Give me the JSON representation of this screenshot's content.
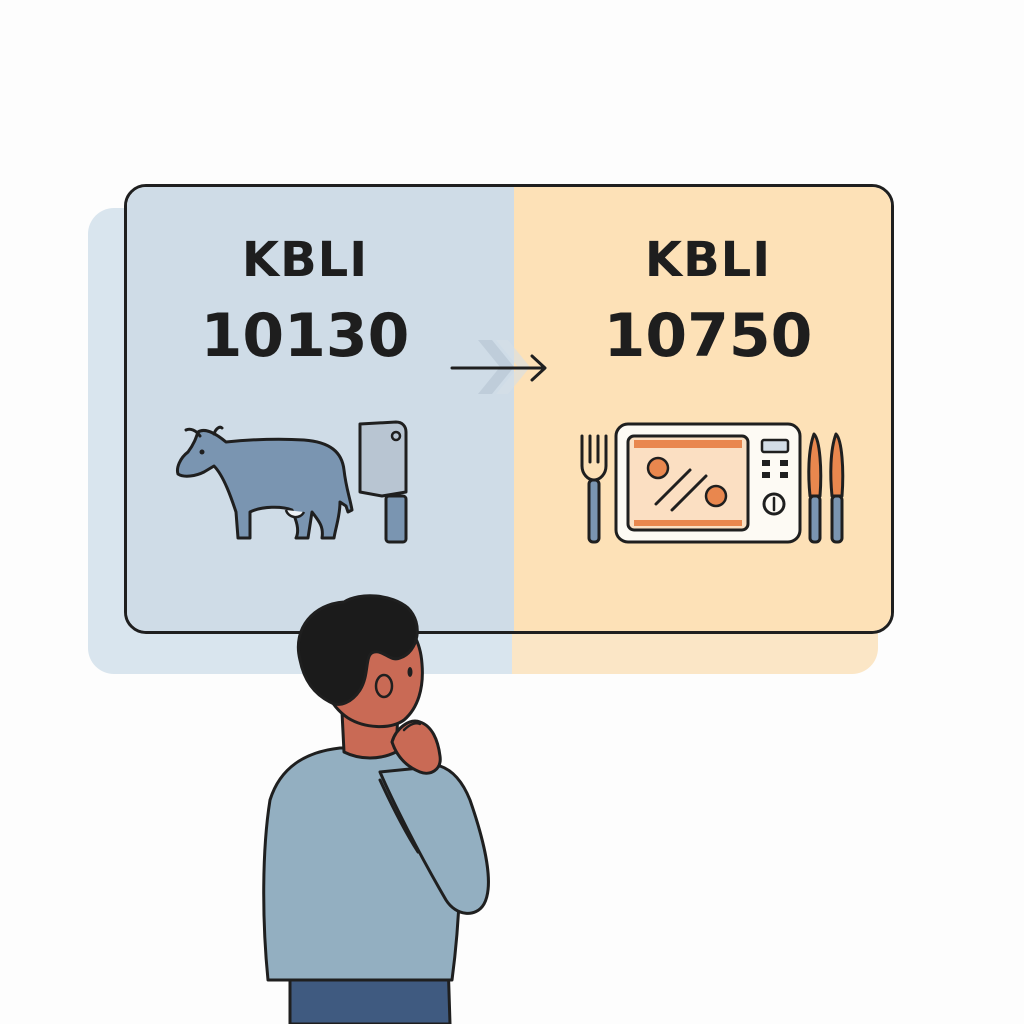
{
  "left_panel": {
    "label": "KBLI",
    "code": "10130",
    "background": "#cfdce7",
    "icons": [
      "cow-icon",
      "cleaver-icon"
    ]
  },
  "right_panel": {
    "label": "KBLI",
    "code": "10750",
    "background": "#fde1b7",
    "icons": [
      "fork-icon",
      "microwave-icon",
      "knife-icon"
    ]
  },
  "transition": {
    "icon": "arrow-right-icon"
  },
  "figure": {
    "icon": "thinking-person-icon"
  }
}
